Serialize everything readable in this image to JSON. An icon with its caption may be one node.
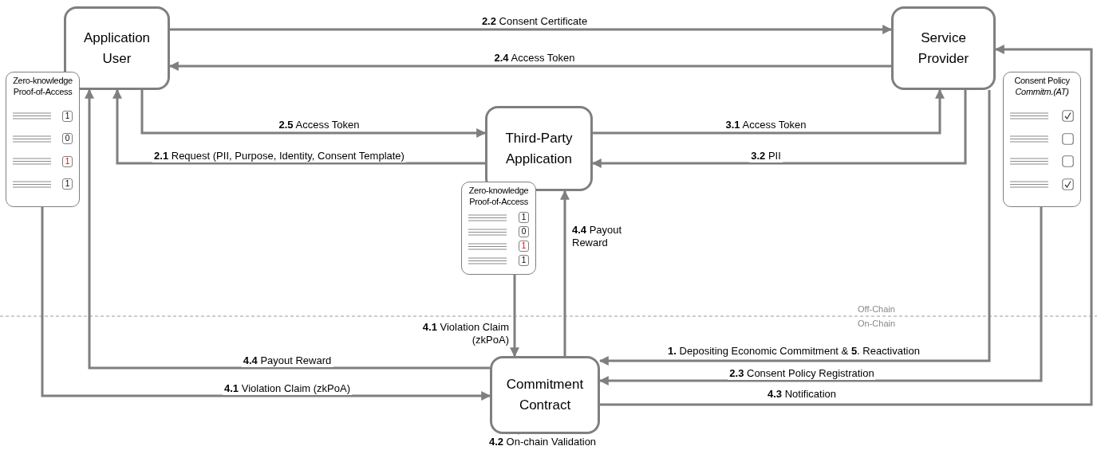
{
  "diagram": {
    "nodes": [
      {
        "text": [
          "Application User"
        ]
      },
      {
        "text": [
          "Service Provider"
        ]
      },
      {
        "text": [
          "Third-Party Application"
        ]
      },
      {
        "text": [
          "Commitment Contract"
        ]
      },
      {
        "text": [
          "Zero-knowledge Proof-of-Access",
          "1",
          "0",
          "1",
          "1"
        ]
      },
      {
        "text": [
          "Zero-knowledge Proof-of-Access",
          "1",
          "0",
          "1",
          "1"
        ]
      },
      {
        "text": [
          "Consent Policy",
          "Commitm.(AT)"
        ]
      }
    ],
    "edges": [
      {
        "from": 0,
        "to": 1,
        "arrow": "to",
        "label": "**2.2** Consent Certificate"
      },
      {
        "from": 1,
        "to": 0,
        "arrow": "to",
        "label": "**2.4** Access Token"
      },
      {
        "from": 0,
        "to": 2,
        "arrow": "to",
        "label": "**2.5** Access Token"
      },
      {
        "from": 2,
        "to": 0,
        "arrow": "to",
        "label": "**2.1** Request (PII, Purpose, Identity, Consent Template)"
      },
      {
        "from": 2,
        "to": 1,
        "arrow": "to",
        "label": "**3.1** Access Token"
      },
      {
        "from": 1,
        "to": 2,
        "arrow": "to",
        "label": "**3.2** PII"
      },
      {
        "from": 5,
        "to": 3,
        "arrow": "to",
        "label": "**4.1** Violation Claim (zkPoA)"
      },
      {
        "from": 3,
        "to": 2,
        "arrow": "to",
        "label": "**4.4** Payout Reward"
      },
      {
        "from": 3,
        "to": 0,
        "arrow": "to",
        "label": "**4.4** Payout Reward"
      },
      {
        "from": 4,
        "to": 3,
        "arrow": "to",
        "label": "**4.1** Violation Claim (zkPoA)"
      },
      {
        "from": 1,
        "to": 3,
        "arrow": "to",
        "label": "**1.** Depositing Economic Commitment & **5**. Reactivation"
      },
      {
        "from": 6,
        "to": 3,
        "arrow": "to",
        "label": "**2.3** Consent Policy Registration"
      },
      {
        "from": 3,
        "to": 1,
        "arrow": "to",
        "label": "**4.3** Notification"
      },
      {
        "from": 3,
        "to": 3,
        "arrow": "to",
        "label": "**4.2** On-chain Validation"
      }
    ],
    "labels": [
      "Off-Chain",
      "On-Chain"
    ]
  }
}
